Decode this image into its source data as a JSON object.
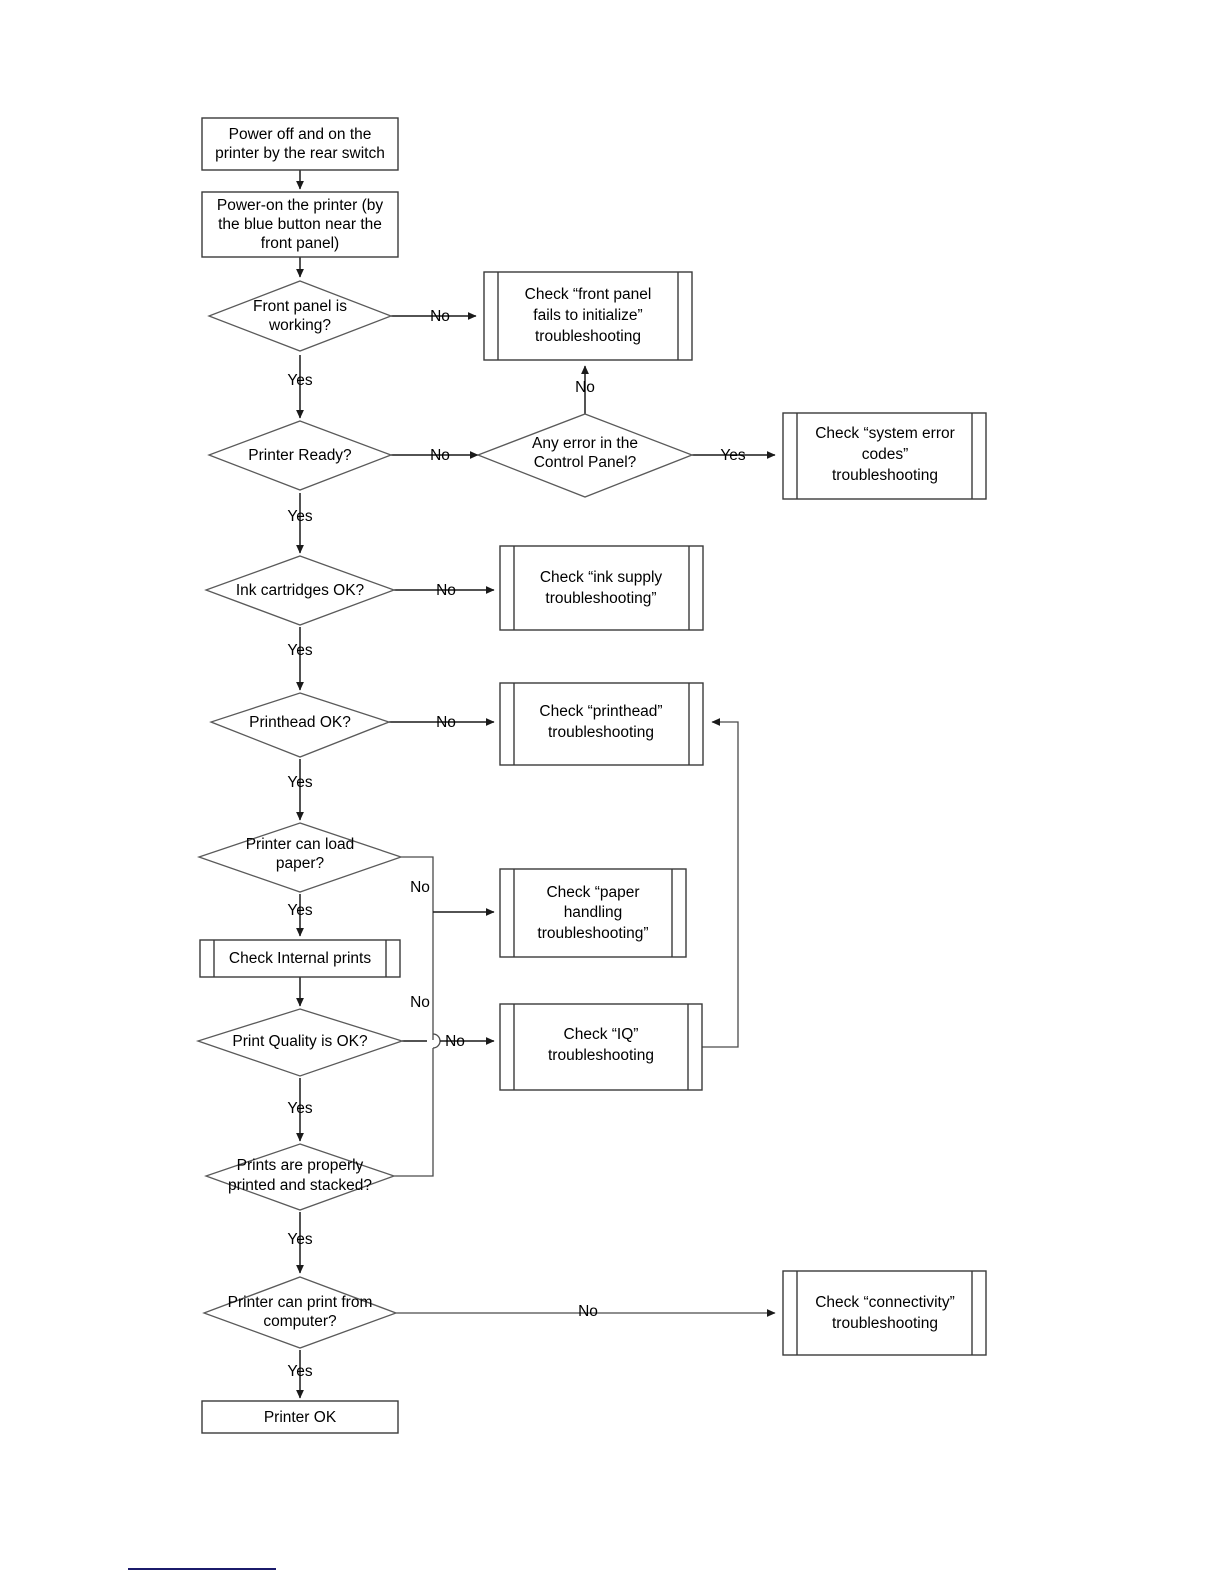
{
  "document": {
    "title": "Printer Troubleshooting Flowchart",
    "footer_rule_color": "#1b1b6b"
  },
  "chart_data": {
    "type": "diagram",
    "title": "Printer Troubleshooting Flowchart",
    "orientation": "top-to-bottom"
  },
  "nodes": {
    "power_cycle": {
      "label": "Power off and on the printer by the rear switch",
      "lines": [
        "Power off and on the",
        "printer by the rear switch"
      ],
      "shape": "process"
    },
    "power_on": {
      "label": "Power-on the printer (by the blue button near the front panel)",
      "lines": [
        "Power-on the printer (by",
        "the blue button near the",
        "front panel)"
      ],
      "shape": "process"
    },
    "front_panel_working": {
      "label": "Front panel is working?",
      "lines": [
        "Front panel is",
        "working?"
      ],
      "shape": "decision"
    },
    "check_front_panel": {
      "label": "Check “front panel fails to initialize” troubleshooting",
      "lines": [
        "Check “front panel",
        "fails to initialize”",
        "troubleshooting"
      ],
      "shape": "predefined-process"
    },
    "printer_ready": {
      "label": "Printer Ready?",
      "lines": [
        "Printer Ready?"
      ],
      "shape": "decision"
    },
    "any_error_control_panel": {
      "label": "Any error in the Control Panel?",
      "lines": [
        "Any error in the",
        "Control Panel?"
      ],
      "shape": "decision"
    },
    "check_system_error": {
      "label": "Check “system error codes” troubleshooting",
      "lines": [
        "Check “system error",
        "codes”",
        "troubleshooting"
      ],
      "shape": "predefined-process"
    },
    "ink_cartridges_ok": {
      "label": "Ink cartridges OK?",
      "lines": [
        "Ink cartridges OK?"
      ],
      "shape": "decision"
    },
    "check_ink_supply": {
      "label": "Check “ink supply troubleshooting”",
      "lines": [
        "Check “ink supply",
        "troubleshooting”"
      ],
      "shape": "predefined-process"
    },
    "printhead_ok": {
      "label": "Printhead OK?",
      "lines": [
        "Printhead OK?"
      ],
      "shape": "decision"
    },
    "check_printhead": {
      "label": "Check “printhead” troubleshooting",
      "lines": [
        "Check “printhead”",
        "troubleshooting"
      ],
      "shape": "predefined-process"
    },
    "printer_can_load_paper": {
      "label": "Printer can load paper?",
      "lines": [
        "Printer can load",
        "paper?"
      ],
      "shape": "decision"
    },
    "check_paper_handling": {
      "label": "Check “paper handling troubleshooting”",
      "lines": [
        "Check “paper",
        "handling",
        "troubleshooting”"
      ],
      "shape": "predefined-process"
    },
    "check_internal_prints": {
      "label": "Check Internal prints",
      "lines": [
        "Check Internal prints"
      ],
      "shape": "predefined-process"
    },
    "print_quality_ok": {
      "label": "Print Quality is OK?",
      "lines": [
        "Print Quality is OK?"
      ],
      "shape": "decision"
    },
    "check_iq": {
      "label": "Check “IQ” troubleshooting",
      "lines": [
        "Check “IQ”",
        "troubleshooting"
      ],
      "shape": "predefined-process"
    },
    "prints_properly_stacked": {
      "label": "Prints are properly printed and stacked?",
      "lines": [
        "Prints are properly",
        "printed and stacked?"
      ],
      "shape": "decision"
    },
    "printer_can_print_from_computer": {
      "label": "Printer can print from computer?",
      "lines": [
        "Printer can print from",
        "computer?"
      ],
      "shape": "decision"
    },
    "check_connectivity": {
      "label": "Check “connectivity” troubleshooting",
      "lines": [
        "Check “connectivity”",
        "troubleshooting"
      ],
      "shape": "predefined-process"
    },
    "printer_ok": {
      "label": "Printer OK",
      "lines": [
        "Printer OK"
      ],
      "shape": "terminator"
    }
  },
  "edge_labels": {
    "front_panel_no": "No",
    "front_panel_yes": "Yes",
    "control_panel_no_up": "No",
    "printer_ready_no": "No",
    "printer_ready_yes": "Yes",
    "control_panel_yes": "Yes",
    "ink_no": "No",
    "ink_yes": "Yes",
    "printhead_no": "No",
    "printhead_yes": "Yes",
    "load_paper_no": "No",
    "load_paper_yes": "Yes",
    "print_quality_no_vertical": "No",
    "print_quality_no": "No",
    "print_quality_yes": "Yes",
    "stacked_yes": "Yes",
    "print_from_computer_no": "No",
    "print_from_computer_yes": "Yes"
  }
}
